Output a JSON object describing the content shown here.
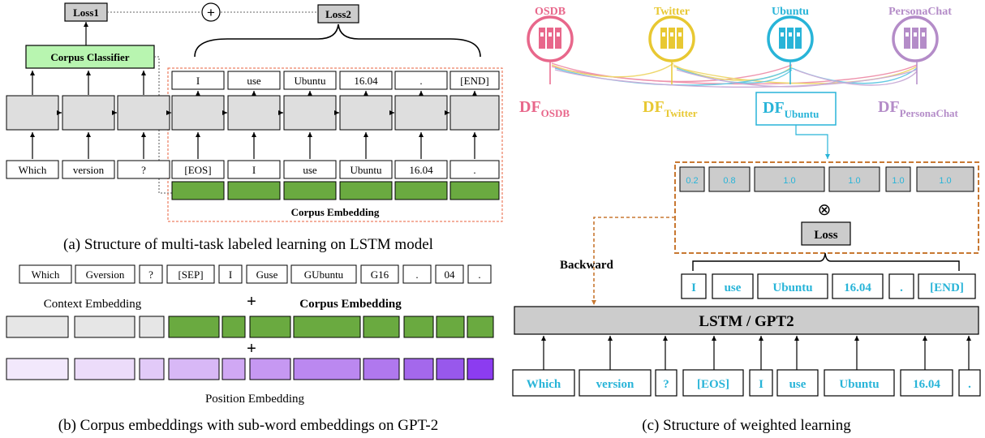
{
  "panel_a": {
    "loss1": "Loss1",
    "loss2": "Loss2",
    "plus_symbol": "+",
    "classifier": "Corpus Classifier",
    "output_tokens": [
      "I",
      "use",
      "Ubuntu",
      "16.04",
      ".",
      "[END]"
    ],
    "input_tokens": [
      "Which",
      "version",
      "?",
      "[EOS]",
      "I",
      "use",
      "Ubuntu",
      "16.04",
      "."
    ],
    "corpus_embedding_label": "Corpus Embedding",
    "caption": "(a) Structure of multi-task labeled learning on LSTM model",
    "colors": {
      "classifier_fill": "#b8f5b0",
      "embedding_green": "#6aaa40",
      "cell_gray": "#dedede",
      "frame_red": "#e8603c"
    }
  },
  "panel_b": {
    "tokens": [
      "Which",
      "Gversion",
      "?",
      "[SEP]",
      "I",
      "Guse",
      "GUbuntu",
      "G16",
      ".",
      "04",
      "."
    ],
    "context_embedding_label": "Context Embedding",
    "plus_symbol": "+",
    "corpus_embedding_label": "Corpus Embedding",
    "position_embedding_label": "Position Embedding",
    "caption": "(b) Corpus embeddings with sub-word embeddings on GPT-2",
    "colors": {
      "context_gray": "#e6e6e6",
      "corpus_green": "#6aaa40",
      "position_purple_light": "#f2e8fc",
      "position_purple_dark": "#8c3cf0"
    }
  },
  "panel_c": {
    "corpora": [
      {
        "name": "OSDB",
        "color": "#e8678b",
        "df_main": "DF",
        "df_sub": "OSDB"
      },
      {
        "name": "Twitter",
        "color": "#e8c832",
        "df_main": "DF",
        "df_sub": "Twitter"
      },
      {
        "name": "Ubuntu",
        "color": "#28b4d8",
        "df_main": "DF",
        "df_sub": "Ubuntu"
      },
      {
        "name": "PersonaChat",
        "color": "#b48cc8",
        "df_main": "DF",
        "df_sub": "PersonaChat"
      }
    ],
    "weights": [
      "0.2",
      "0.8",
      "1.0",
      "1.0",
      "1.0",
      "1.0"
    ],
    "multiply_symbol": "⊗",
    "loss_label": "Loss",
    "backward_label": "Backward",
    "output_tokens": [
      "I",
      "use",
      "Ubuntu",
      "16.04",
      ".",
      "[END]"
    ],
    "model_label": "LSTM / GPT2",
    "input_tokens": [
      "Which",
      "version",
      "?",
      "[EOS]",
      "I",
      "use",
      "Ubuntu",
      "16.04",
      "."
    ],
    "caption": "(c) Structure of weighted learning",
    "colors": {
      "token_text": "#28b4d8",
      "frame_orange": "#c87832",
      "model_gray": "#cccccc"
    }
  }
}
